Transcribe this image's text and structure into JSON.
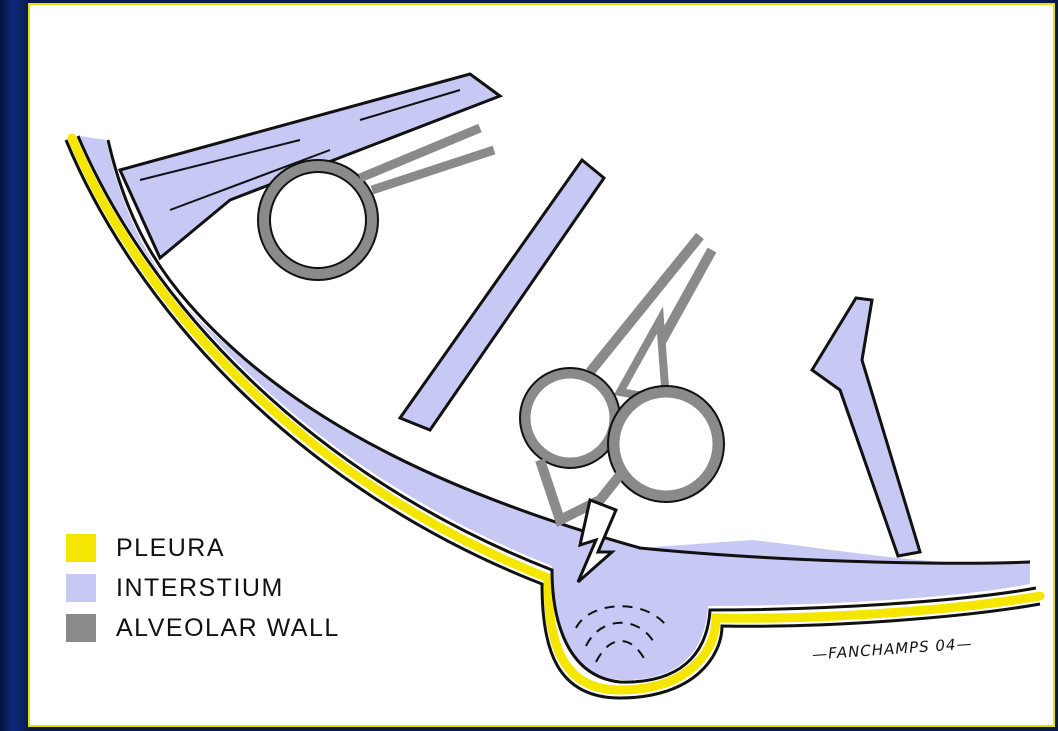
{
  "colors": {
    "pleura": "#f5e600",
    "interstitium": "#c8c8f5",
    "alveolar_wall": "#8a8a8a",
    "panel_border": "#e6e200",
    "outline": "#111111"
  },
  "legend": {
    "items": [
      {
        "label": "PLEURA",
        "color": "#f5e600"
      },
      {
        "label": "INTERSTIUM",
        "color": "#c8c8f5"
      },
      {
        "label": "ALVEOLAR WALL",
        "color": "#8a8a8a"
      }
    ]
  },
  "signature": "—FANCHAMPS 04—"
}
